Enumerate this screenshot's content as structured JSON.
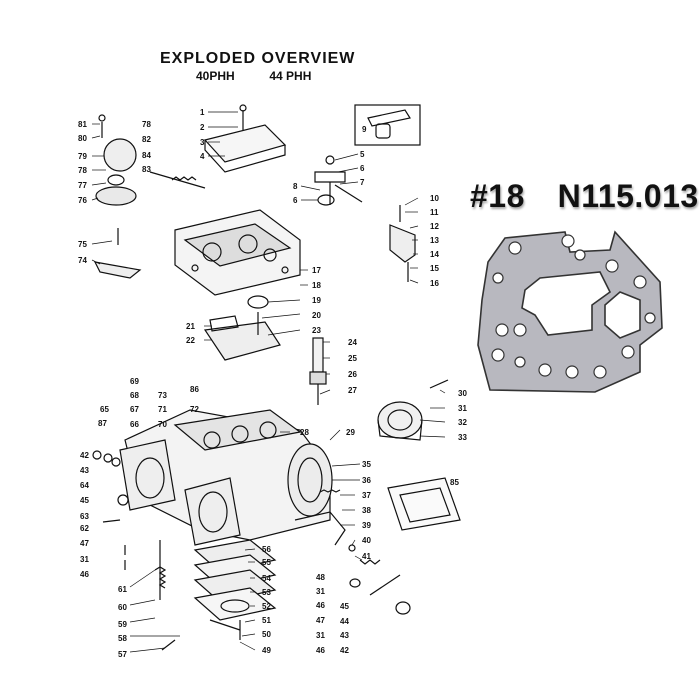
{
  "header": {
    "title": "EXPLODED  OVERVIEW",
    "model_a": "40PHH",
    "model_b": "44 PHH"
  },
  "part": {
    "callout": "#18",
    "number": "N115.013"
  },
  "callouts": {
    "upper_left": [
      "81",
      "80",
      "79",
      "78",
      "77",
      "76",
      "75",
      "74",
      "78",
      "82",
      "84",
      "83"
    ],
    "upper_center": [
      "1",
      "2",
      "3",
      "4",
      "5",
      "6",
      "7",
      "8",
      "6",
      "9"
    ],
    "upper_right": [
      "10",
      "11",
      "12",
      "13",
      "14",
      "15",
      "16",
      "17",
      "18",
      "19",
      "20",
      "21",
      "22",
      "23",
      "24",
      "25",
      "26",
      "27"
    ],
    "lower_left": [
      "69",
      "68",
      "67",
      "66",
      "65",
      "87",
      "73",
      "71",
      "70",
      "72",
      "86",
      "42",
      "43",
      "64",
      "45",
      "63",
      "62",
      "47",
      "31",
      "46",
      "61",
      "60",
      "59",
      "58",
      "57"
    ],
    "lower_center": [
      "28",
      "29",
      "56",
      "55",
      "54",
      "53",
      "52",
      "51",
      "50",
      "49",
      "48",
      "31",
      "46",
      "47",
      "31",
      "46"
    ],
    "lower_right": [
      "30",
      "31",
      "32",
      "33",
      "35",
      "36",
      "85",
      "37",
      "38",
      "39",
      "40",
      "41",
      "45",
      "44",
      "43",
      "42"
    ]
  }
}
